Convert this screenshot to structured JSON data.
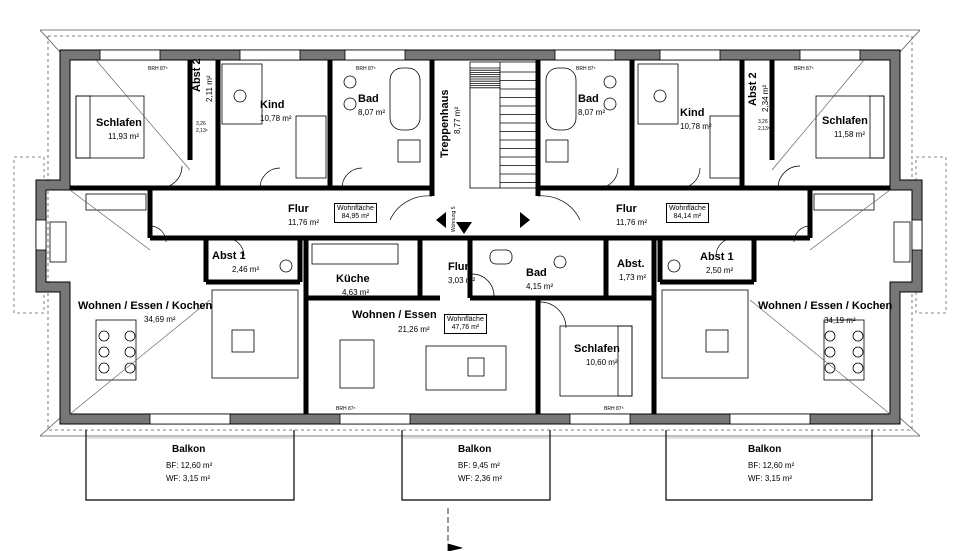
{
  "stair": {
    "name": "Treppenhaus",
    "area": "8,77 m²"
  },
  "apartment_left": {
    "schlafen": {
      "name": "Schlafen",
      "area": "11,93 m²"
    },
    "abst2": {
      "name": "Abst 2",
      "area": "2,11 m²"
    },
    "kind": {
      "name": "Kind",
      "area": "10,78 m²"
    },
    "bad": {
      "name": "Bad",
      "area": "8,07 m²"
    },
    "flur": {
      "name": "Flur",
      "area": "11,76 m²"
    },
    "abst1": {
      "name": "Abst 1",
      "area": "2,46 m²"
    },
    "wohnen": {
      "name": "Wohnen / Essen / Kochen",
      "area": "34,69 m²"
    },
    "wohnflaeche": {
      "label": "Wohnfläche",
      "value": "84,95 m²"
    },
    "balkon": {
      "name": "Balkon",
      "bf": "BF: 12,60 m²",
      "wf": "WF:  3,15 m²"
    }
  },
  "apartment_center": {
    "kueche": {
      "name": "Küche",
      "area": "4,63 m²"
    },
    "flur": {
      "name": "Flur",
      "area": "3,03 m²"
    },
    "bad": {
      "name": "Bad",
      "area": "4,15 m²"
    },
    "abst": {
      "name": "Abst.",
      "area": "1,73 m²"
    },
    "wohnen": {
      "name": "Wohnen / Essen",
      "area": "21,26 m²"
    },
    "schlafen": {
      "name": "Schlafen",
      "area": "10,60 m²"
    },
    "wohnflaeche": {
      "label": "Wohnfläche",
      "value": "47,76 m²"
    },
    "balkon": {
      "name": "Balkon",
      "bf": "BF:  9,45 m²",
      "wf": "WF:  2,36 m²"
    }
  },
  "apartment_right": {
    "bad": {
      "name": "Bad",
      "area": "8,07 m²"
    },
    "kind": {
      "name": "Kind",
      "area": "10,78 m²"
    },
    "abst2": {
      "name": "Abst 2",
      "area": "2,34 m²"
    },
    "schlafen": {
      "name": "Schlafen",
      "area": "11,58 m²"
    },
    "flur": {
      "name": "Flur",
      "area": "11,76 m²"
    },
    "abst1": {
      "name": "Abst 1",
      "area": "2,50 m²"
    },
    "wohnen": {
      "name": "Wohnen / Essen / Kochen",
      "area": "34,19 m²"
    },
    "wohnflaeche": {
      "label": "Wohnfläche",
      "value": "84,14 m²"
    },
    "balkon": {
      "name": "Balkon",
      "bf": "BF: 12,60 m²",
      "wf": "WF:  3,15 m²"
    }
  },
  "annotations": {
    "brh": "BRH 87⁵",
    "wohnung": "Wohnung 5",
    "sill_a": "3,26",
    "sill_b": "2,13⁵"
  }
}
